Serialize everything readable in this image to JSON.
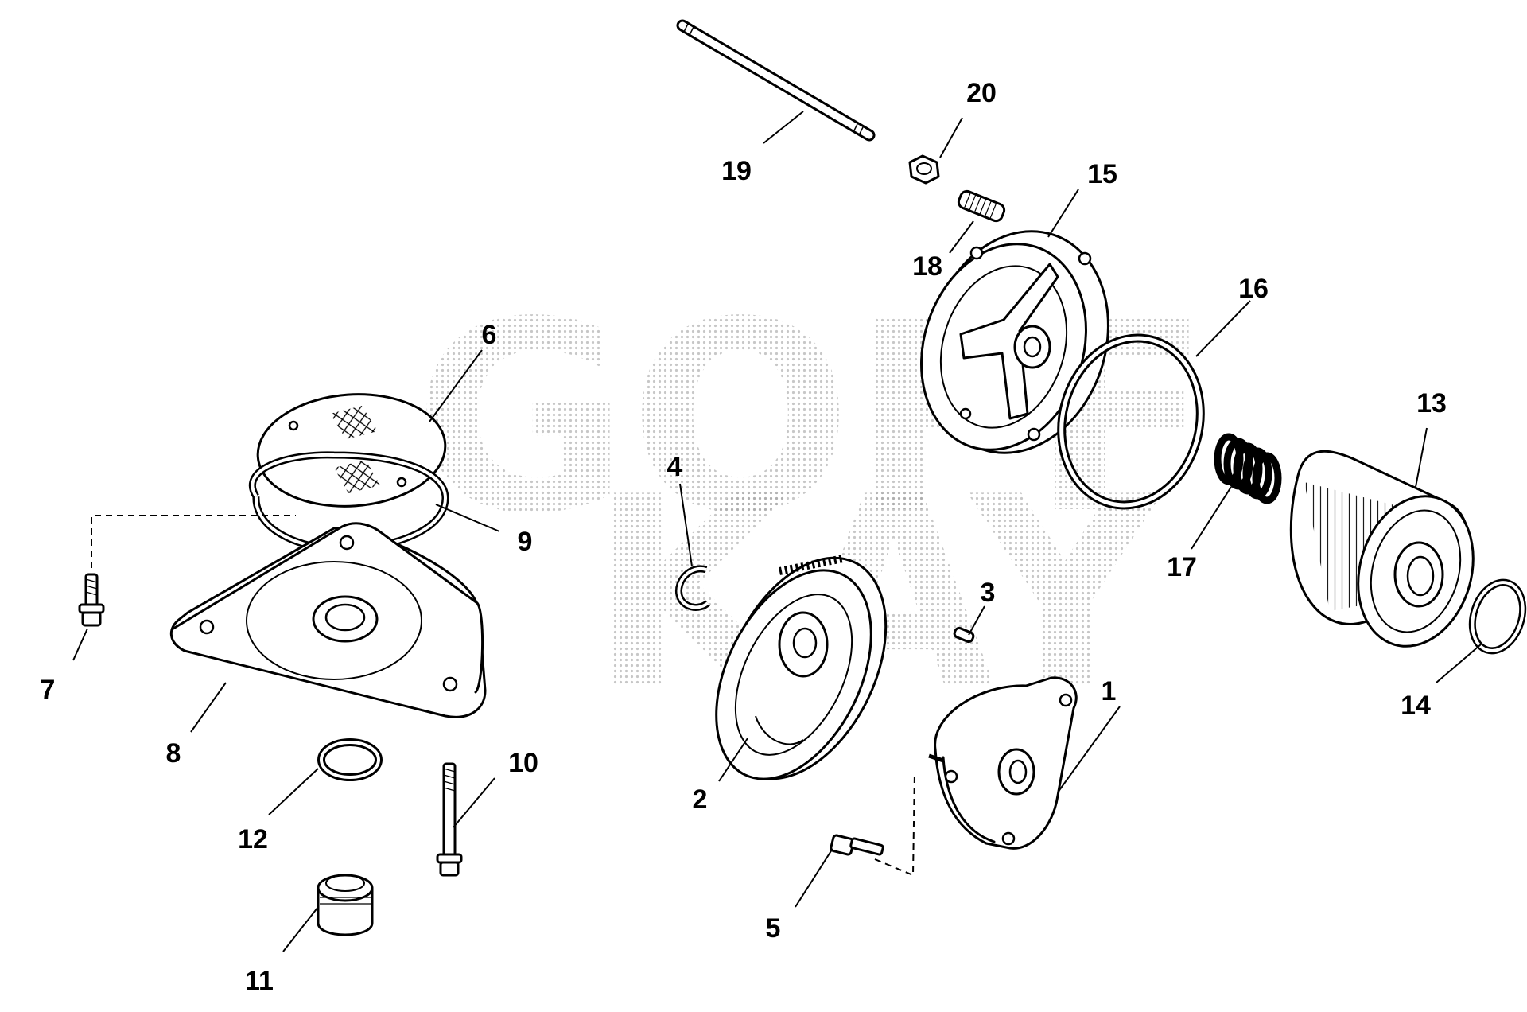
{
  "watermark": {
    "line1": "GOFF",
    "line2": "KAY",
    "color": "#c8c8c8"
  },
  "callouts": [
    {
      "id": "1",
      "label": "1"
    },
    {
      "id": "2",
      "label": "2"
    },
    {
      "id": "3",
      "label": "3"
    },
    {
      "id": "4",
      "label": "4"
    },
    {
      "id": "5",
      "label": "5"
    },
    {
      "id": "6",
      "label": "6"
    },
    {
      "id": "7",
      "label": "7"
    },
    {
      "id": "8",
      "label": "8"
    },
    {
      "id": "9",
      "label": "9"
    },
    {
      "id": "10",
      "label": "10"
    },
    {
      "id": "11",
      "label": "11"
    },
    {
      "id": "12",
      "label": "12"
    },
    {
      "id": "13",
      "label": "13"
    },
    {
      "id": "14",
      "label": "14"
    },
    {
      "id": "15",
      "label": "15"
    },
    {
      "id": "16",
      "label": "16"
    },
    {
      "id": "17",
      "label": "17"
    },
    {
      "id": "18",
      "label": "18"
    },
    {
      "id": "19",
      "label": "19"
    },
    {
      "id": "20",
      "label": "20"
    }
  ]
}
